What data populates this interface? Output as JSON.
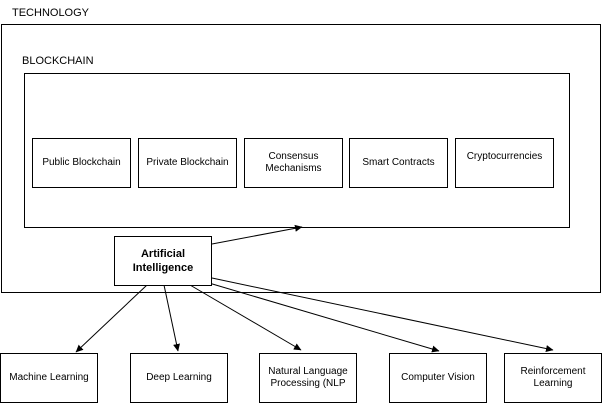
{
  "technology_container": {
    "label": "TECHNOLOGY"
  },
  "blockchain_container": {
    "label": "BLOCKCHAIN",
    "items": [
      {
        "label": "Public Blockchain"
      },
      {
        "label": "Private Blockchain"
      },
      {
        "label": "Consensus\nMechanisms"
      },
      {
        "label": "Smart Contracts"
      },
      {
        "label": "Cryptocurrencies"
      }
    ]
  },
  "ai_node": {
    "label": "Artificial\nIntelligence"
  },
  "ai_children": [
    {
      "label": "Machine Learning"
    },
    {
      "label": "Deep Learning"
    },
    {
      "label": "Natural Language\nProcessing (NLP"
    },
    {
      "label": "Computer Vision"
    },
    {
      "label": "Reinforcement\nLearning"
    }
  ]
}
